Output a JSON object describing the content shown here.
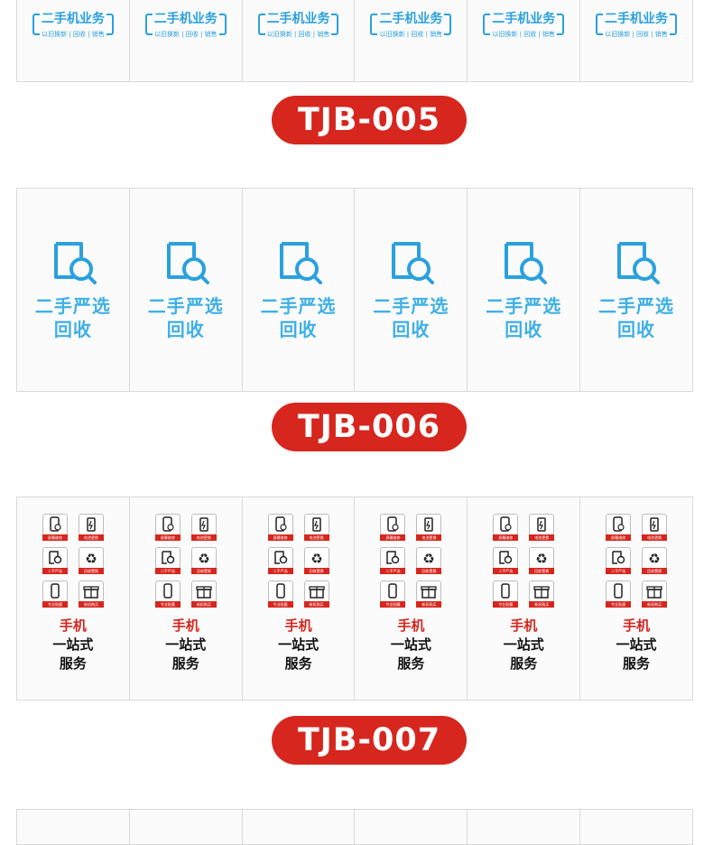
{
  "codes": [
    "TJB-005",
    "TJB-006",
    "TJB-007"
  ],
  "row1": {
    "title": "二手机业务",
    "subtitle": "以旧换新 | 回收 | 销售"
  },
  "row2": {
    "line1": "二手严选",
    "line2": "回收"
  },
  "row3": {
    "tiles": [
      "屏幕维修",
      "电池更换",
      "二手严选",
      "回收置换",
      "专业贴膜",
      "新机购买"
    ],
    "line1": "手机",
    "line2": "一站式",
    "line3": "服务"
  },
  "colors": {
    "accent_red": "#d6261e",
    "accent_blue": "#2aa1de"
  }
}
